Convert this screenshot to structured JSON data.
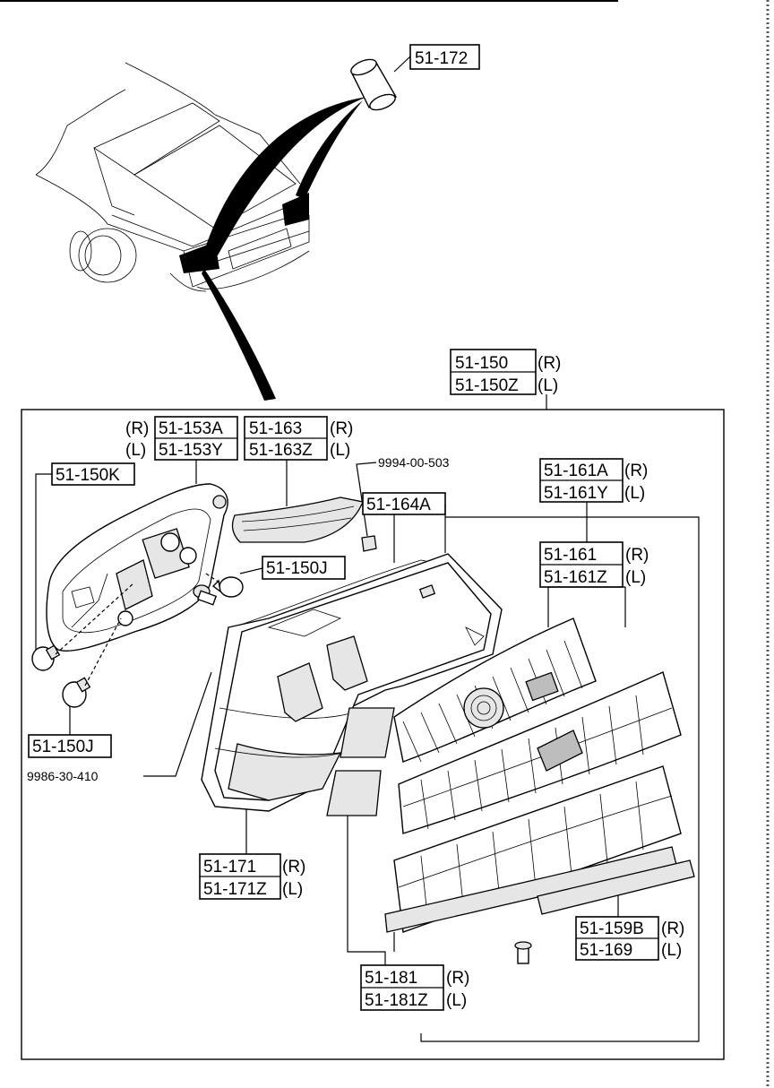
{
  "parts": {
    "p172": "51-172",
    "p150_r": "51-150",
    "p150_r_side": "(R)",
    "p150_l": "51-150Z",
    "p150_l_side": "(L)",
    "p153_r_side": "(R)",
    "p153_r": "51-153A",
    "p153_l_side": "(L)",
    "p153_l": "51-153Y",
    "p163_r": "51-163",
    "p163_r_side": "(R)",
    "p163_l": "51-163Z",
    "p163_l_side": "(L)",
    "p150k": "51-150K",
    "p9994": "9994-00-503",
    "p164a": "51-164A",
    "p161a_r": "51-161A",
    "p161a_r_side": "(R)",
    "p161a_l": "51-161Y",
    "p161a_l_side": "(L)",
    "p161_r": "51-161",
    "p161_r_side": "(R)",
    "p161_l": "51-161Z",
    "p161_l_side": "(L)",
    "p150j_a": "51-150J",
    "p150j_b": "51-150J",
    "p9986": "9986-30-410",
    "p171_r": "51-171",
    "p171_r_side": "(R)",
    "p171_l": "51-171Z",
    "p171_l_side": "(L)",
    "p159b_r": "51-159B",
    "p159b_r_side": "(R)",
    "p169_l": "51-169",
    "p169_l_side": "(L)",
    "p181_r": "51-181",
    "p181_r_side": "(R)",
    "p181_l": "51-181Z",
    "p181_l_side": "(L)"
  }
}
